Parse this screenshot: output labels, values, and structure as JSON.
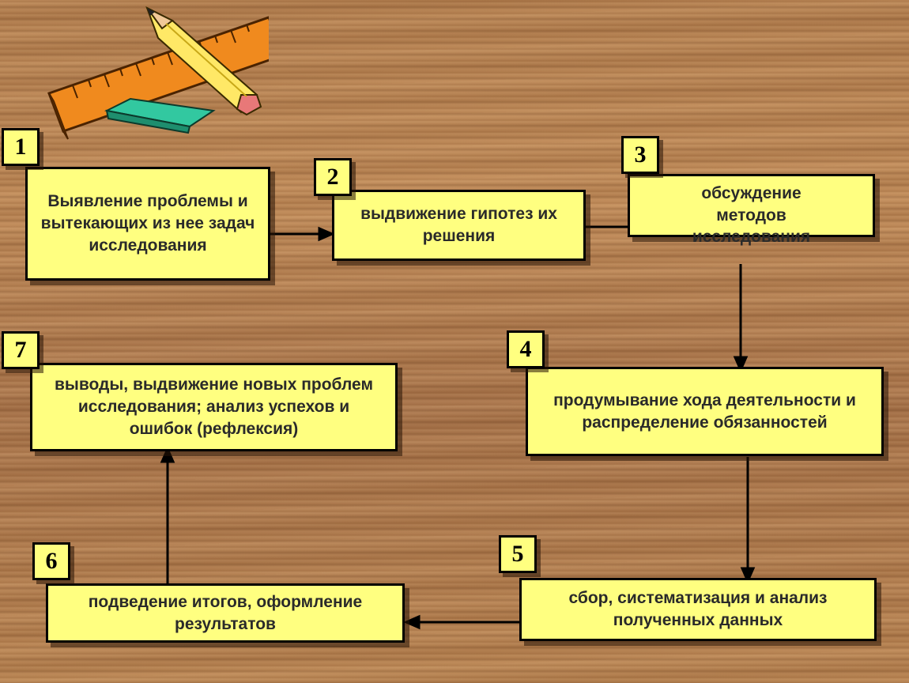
{
  "steps": [
    {
      "number": "1",
      "text": "Выявление проблемы и вытекающих из нее задач исследования"
    },
    {
      "number": "2",
      "text": "выдвижение гипотез их решения"
    },
    {
      "number": "3",
      "text": "обсуждение методов исследования"
    },
    {
      "number": "4",
      "text": "продумывание хода деятельности и распределение обязанностей"
    },
    {
      "number": "5",
      "text": "сбор, систематизация и анализ полученных данных"
    },
    {
      "number": "6",
      "text": "подведение итогов, оформление результатов"
    },
    {
      "number": "7",
      "text": "выводы, выдвижение новых проблем исследования; анализ успехов и ошибок (рефлексия)"
    }
  ],
  "colors": {
    "box_fill": "#ffff80",
    "border": "#000000",
    "text": "#2a2a2a"
  },
  "icons": [
    "ruler-icon",
    "pencil-icon",
    "eraser-icon"
  ]
}
